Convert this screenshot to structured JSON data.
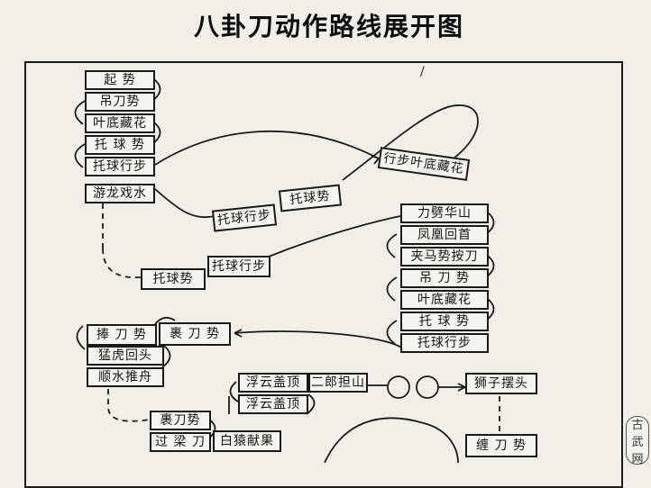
{
  "title": "八卦刀动作路线展开图",
  "boxes": {
    "qishi": "起 势",
    "diaodaoshi": "吊刀势",
    "yediecanghua": "叶底藏花",
    "tuoqiushi": "托 球 势",
    "tuoqiuxingbu": "托球行步",
    "youlongxiwa": "游龙戏水",
    "tuoqiuxingbu_2": "托球行步",
    "tuoqiushi_2": "托球势",
    "xingbuyediecanghua": "行步叶底藏花",
    "lipihuashan": "力劈华山",
    "fenghuangdiantou": "凤凰回首",
    "jiamatuodao": "夹马势按刀",
    "diaodaoshi_2": "吊 刀 势",
    "yediecanghua_2": "叶底藏花",
    "tuoqiushi_3": "托 球 势",
    "tuoqiuxingbu_3": "托球行步",
    "tuoqiushi_4": "托球势",
    "tuoqiuxingbu_4": "托球行步",
    "pengdaoshi": "捧 刀 势",
    "guodaoshi": "裹 刀 势",
    "menghuhuitou": "猛虎回头",
    "shunshuituizhou": "顺水推舟",
    "fuyungaiding": "浮云盖顶",
    "erlangdanshan": "二郎担山",
    "fuyungaiding_2": "浮云盖顶",
    "shizibaitou": "狮子摆头",
    "guodaoshi_2": "裹刀势",
    "guoliangdao": "过 梁 刀",
    "baiyuanxianguo": "白猿献果",
    "chandaoshi": "缠 刀 势"
  },
  "seal": [
    "古",
    "武",
    "网"
  ],
  "mark": "/"
}
